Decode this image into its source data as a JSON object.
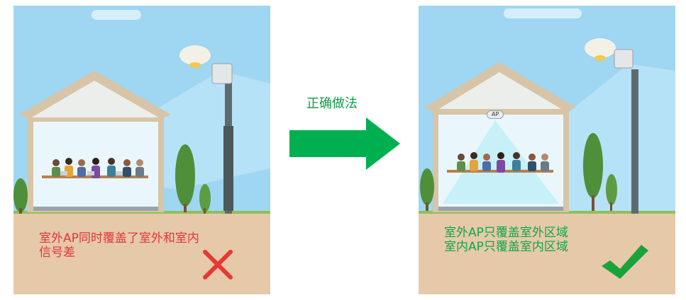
{
  "left_panel": {
    "caption_line1": "室外AP同时覆盖了室外和室内",
    "caption_line2": "信号差",
    "status_icon": "cross-icon",
    "status_color": "#e53935"
  },
  "middle": {
    "label": "正确做法",
    "arrow_color": "#00b050"
  },
  "right_panel": {
    "ap_label": "AP",
    "caption_line1": "室外AP只覆盖室外区域",
    "caption_line2": "室内AP只覆盖室内区域",
    "status_icon": "check-icon",
    "status_color": "#1aa33c"
  },
  "colors": {
    "sky": "#9fd6f2",
    "ground": "#e6c9a8",
    "house_frame": "#d8c4a6",
    "coverage": "#cfeefc"
  }
}
